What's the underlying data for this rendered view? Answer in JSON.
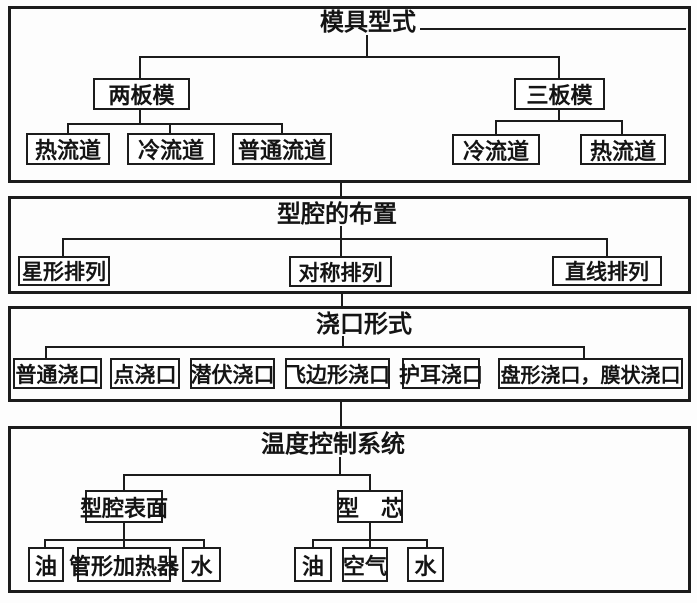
{
  "colors": {
    "line": "#1c1c1c",
    "background": "#fdfdfd",
    "box_background": "#ffffff",
    "text": "#141414"
  },
  "sections": [
    {
      "title": "模具型式",
      "left_parent": "两板模",
      "right_parent": "三板模",
      "left_children": [
        "热流道",
        "冷流道",
        "普通流道"
      ],
      "right_children": [
        "冷流道",
        "热流道"
      ]
    },
    {
      "title": "型腔的布置",
      "children": [
        "星形排列",
        "对称排列",
        "直线排列"
      ]
    },
    {
      "title": "浇口形式",
      "children": [
        "普通浇口",
        "点浇口",
        "潜伏浇口",
        "飞边形浇口",
        "护耳浇口",
        "盘形浇口，膜状浇口"
      ]
    },
    {
      "title": "温度控制系统",
      "left_parent": "型腔表面",
      "right_parent": "型　芯",
      "left_children": [
        "油",
        "管形加热器",
        "水"
      ],
      "right_children": [
        "油",
        "空气",
        "水"
      ]
    }
  ]
}
